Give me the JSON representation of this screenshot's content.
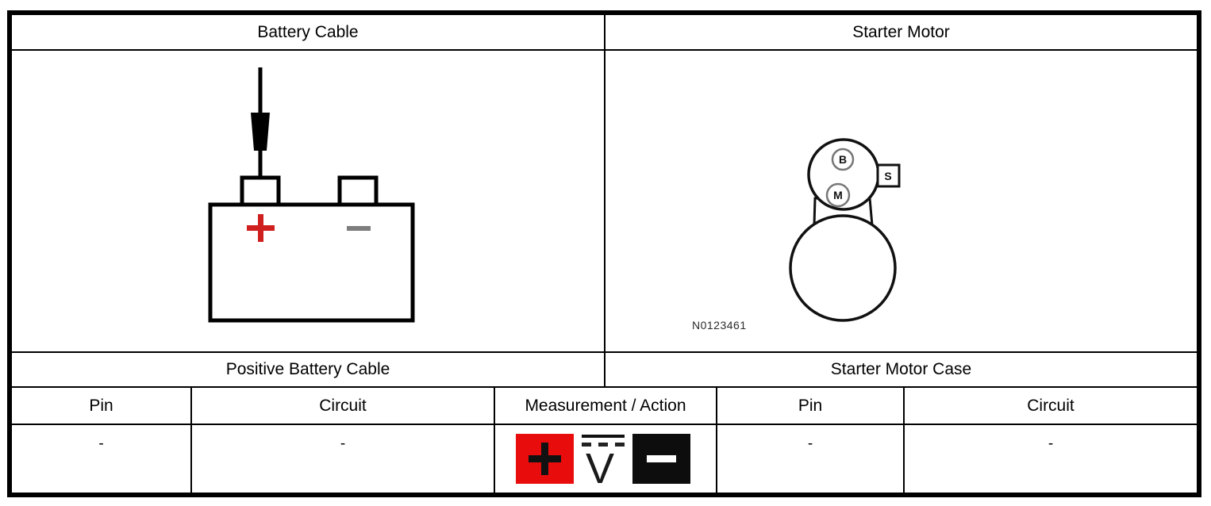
{
  "panels": {
    "left": {
      "header": "Battery Cable",
      "caption": "Positive Battery Cable",
      "figure": {
        "type": "battery",
        "positive_symbol": "+",
        "negative_symbol": "−",
        "positive_color": "#cf1f1f",
        "negative_color": "#7d7d7d"
      }
    },
    "right": {
      "header": "Starter Motor",
      "caption": "Starter Motor Case",
      "figure": {
        "type": "starter-motor",
        "terminal_b": "B",
        "terminal_m": "M",
        "terminal_s": "S",
        "figure_number": "N0123461"
      }
    }
  },
  "grid": {
    "left_columns": {
      "pin": "Pin",
      "circuit": "Circuit"
    },
    "measurement_header": "Measurement / Action",
    "right_columns": {
      "pin": "Pin",
      "circuit": "Circuit"
    },
    "values": {
      "left_pin": "-",
      "left_circuit": "-",
      "right_pin": "-",
      "right_circuit": "-"
    }
  },
  "measurement_icon": {
    "meaning": "dc-voltage-test",
    "unit": "V",
    "positive_symbol": "+",
    "negative_symbol": "−",
    "positive_color": "#e90c0c",
    "negative_color": "#0d0d0d",
    "line_color": "#111111"
  }
}
